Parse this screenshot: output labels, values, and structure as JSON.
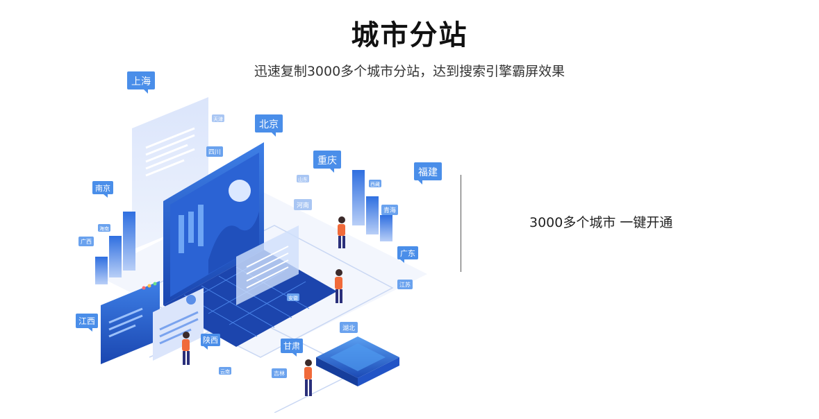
{
  "header": {
    "title": "城市分站",
    "subtitle": "迅速复制3000多个城市分站，达到搜索引擎霸屏效果"
  },
  "feature": {
    "text": "3000多个城市 一键开通"
  },
  "city_tags": {
    "shanghai": "上海",
    "beijing": "北京",
    "chongqing": "重庆",
    "fujian": "福建",
    "nanjing": "南京",
    "guangdong": "广东",
    "jiangxi": "江西",
    "shaanxi": "陕西",
    "gansu": "甘肃",
    "hubei": "湖北",
    "sichuan": "四川",
    "henan": "河南",
    "qinghai": "青海",
    "guangxi": "广西",
    "jiangsu": "江苏",
    "jilin": "吉林",
    "hainan": "海南",
    "tianjin": "天津",
    "shandong": "山东",
    "tibet": "西藏",
    "anhui": "安徽",
    "yunnan": "云南"
  },
  "colors": {
    "accent": "#3f86e8",
    "dark_blue": "#1f4fb8",
    "figure_orange": "#f06a3a"
  }
}
